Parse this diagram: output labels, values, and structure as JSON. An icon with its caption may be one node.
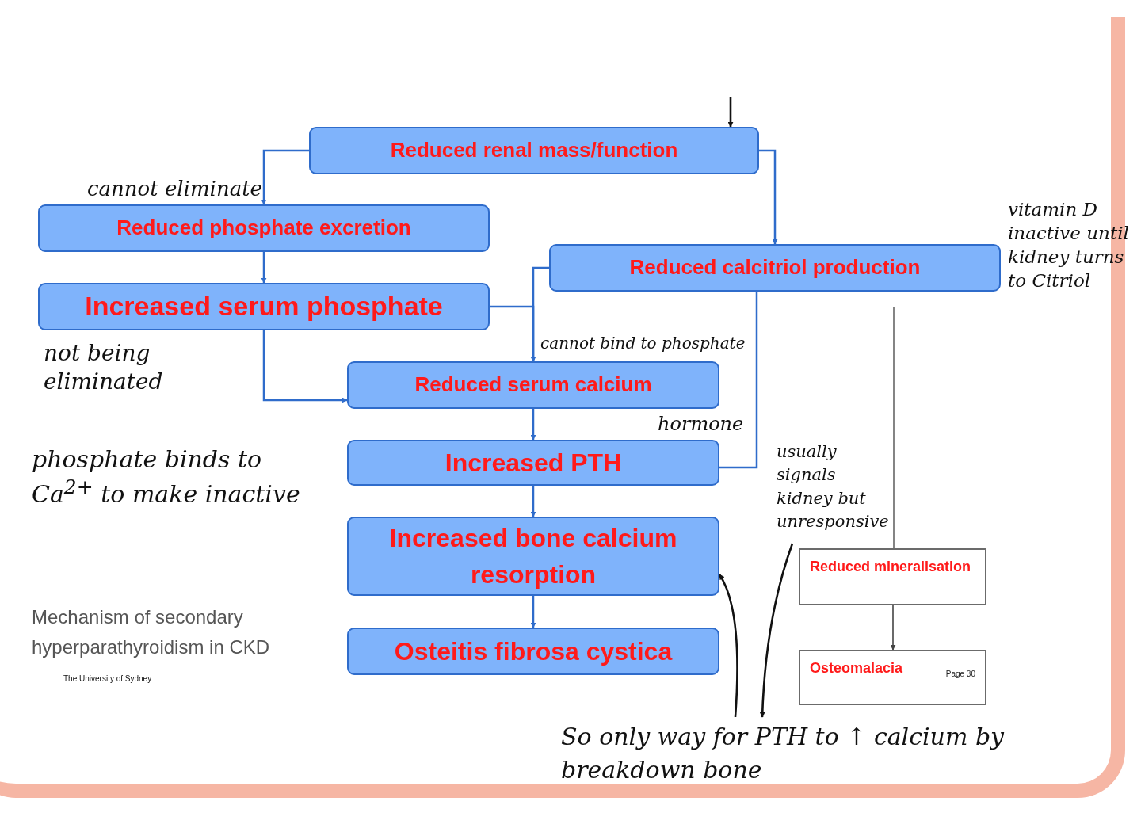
{
  "diagram": {
    "caption": "Mechanism of secondary hyperparathyroidism in CKD",
    "nodes": [
      {
        "text": [
          "Reduced renal mass/function"
        ]
      },
      {
        "text": [
          "Reduced phosphate excretion"
        ]
      },
      {
        "text": [
          "Increased serum phosphate"
        ]
      },
      {
        "text": [
          "Reduced calcitriol production"
        ]
      },
      {
        "text": [
          "Reduced serum calcium"
        ]
      },
      {
        "text": [
          "Increased PTH"
        ]
      },
      {
        "text": [
          "Increased bone calcium resorption"
        ]
      },
      {
        "text": [
          "Osteitis fibrosa cystica"
        ]
      },
      {
        "text": [
          "Reduced mineralisation"
        ]
      },
      {
        "text": [
          "Osteomalacia",
          "Page 30"
        ]
      },
      {
        "text": [
          "So only way for PTH to ↑ calcium by breakdown bone"
        ]
      },
      {
        "text": [
          "usually signals kidney but unresponsive"
        ]
      }
    ],
    "edges": [
      {
        "from": 0,
        "to": 1,
        "arrow": "to"
      },
      {
        "from": 0,
        "to": 3,
        "arrow": "to"
      },
      {
        "from": 1,
        "to": 2,
        "arrow": "to"
      },
      {
        "from": 2,
        "to": 4,
        "arrow": "to"
      },
      {
        "from": 2,
        "to": 4,
        "arrow": "to"
      },
      {
        "from": 3,
        "to": 4,
        "arrow": "to"
      },
      {
        "from": 3,
        "to": 5,
        "arrow": "none"
      },
      {
        "from": 4,
        "to": 5,
        "arrow": "to"
      },
      {
        "from": 5,
        "to": 6,
        "arrow": "to"
      },
      {
        "from": 6,
        "to": 7,
        "arrow": "to"
      },
      {
        "from": 3,
        "to": 8,
        "arrow": "none",
        "color": "#666666"
      },
      {
        "from": 8,
        "to": 9,
        "arrow": "to",
        "color": "#444444"
      },
      {
        "from": null,
        "to": 0,
        "arrow": "to",
        "color": "#111111"
      },
      {
        "from": 10,
        "to": 6,
        "arrow": "to",
        "color": "#111111"
      },
      {
        "from": 11,
        "to": 10,
        "arrow": "to",
        "color": "#111111"
      }
    ],
    "labels": [
      "cannot eliminate",
      "vitamin D inactive until kidney turns to Citriol",
      "not being eliminated",
      "cannot bind to phosphate",
      "hormone",
      "phosphate binds to Ca$^{2+}$ to make inactive",
      "The University of Sydney"
    ]
  }
}
